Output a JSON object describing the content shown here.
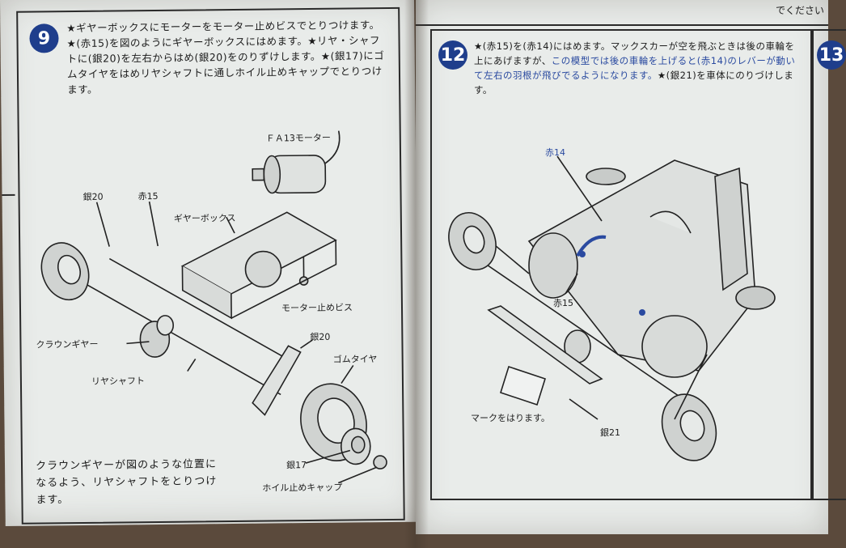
{
  "left_page": {
    "step_number": "9",
    "instruction": "★ギヤーボックスにモーターをモーター止めビスでとりつけます。★(赤15)を図のようにギヤーボックスにはめます。★リヤ・シャフトに(銀20)を左右からはめ(銀20)をのりずけします。★(銀17)にゴムタイヤをはめリヤシャフトに通しホイル止めキャップでとりつけます。",
    "labels": {
      "motor": "ＦＡ13モーター",
      "gin20_top": "銀20",
      "aka15": "赤15",
      "gearbox": "ギヤーボックス",
      "motor_screw": "モーター止めビス",
      "crown_gear": "クラウンギヤー",
      "gin20_bottom": "銀20",
      "rubber_tire": "ゴムタイヤ",
      "rear_shaft": "リヤシャフト",
      "gin17": "銀17",
      "wheel_cap": "ホイル止めキャップ"
    },
    "note": "クラウンギヤーが図のような位置になるよう、リヤシャフトをとりつけます。"
  },
  "right_page": {
    "top_text": "でください",
    "step_number": "12",
    "next_step_partial": "13",
    "instruction_a": "★(赤15)を(赤14)にはめます。マックスカーが空を飛ぶときは後の車輪を上にあげますが、",
    "instruction_b": "この模型では後の車輪を上げると(赤14)のレバーが動いて左右の羽根が飛びでるようになります。",
    "instruction_c": "★(銀21)を車体にのりづけします。",
    "labels": {
      "aka14": "赤14",
      "aka15": "赤15",
      "mark": "マークをはります。",
      "gin21": "銀21"
    }
  },
  "colors": {
    "paper": "#e9ecea",
    "ink": "#1c1c1c",
    "accent_blue": "#1f3e8c",
    "table": "#5b4a3c"
  }
}
